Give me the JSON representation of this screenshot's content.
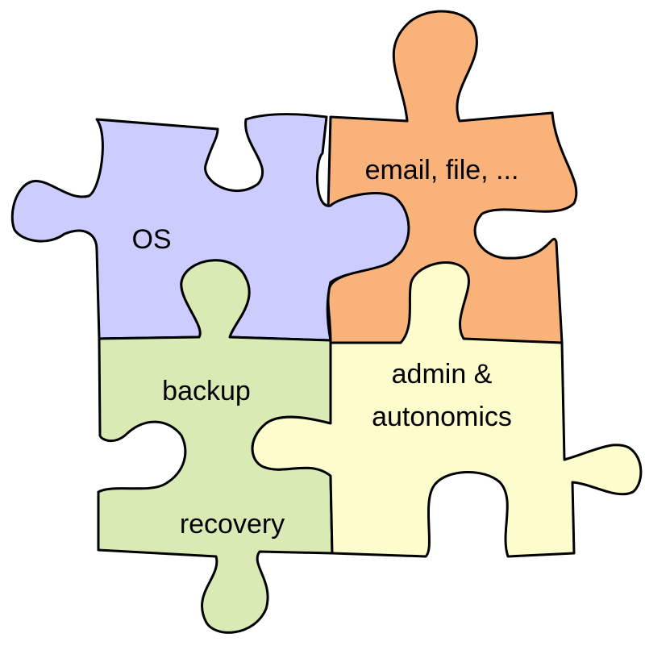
{
  "pieces": [
    {
      "id": "os",
      "lines": [
        "OS"
      ],
      "color": "#ccccff"
    },
    {
      "id": "email",
      "lines": [
        "email, file, ..."
      ],
      "color": "#fab27b"
    },
    {
      "id": "backup",
      "lines": [
        "backup",
        "recovery"
      ],
      "color": "#d9eab4"
    },
    {
      "id": "admin",
      "lines": [
        "admin &",
        "autonomics"
      ],
      "color": "#fdfccc"
    }
  ]
}
